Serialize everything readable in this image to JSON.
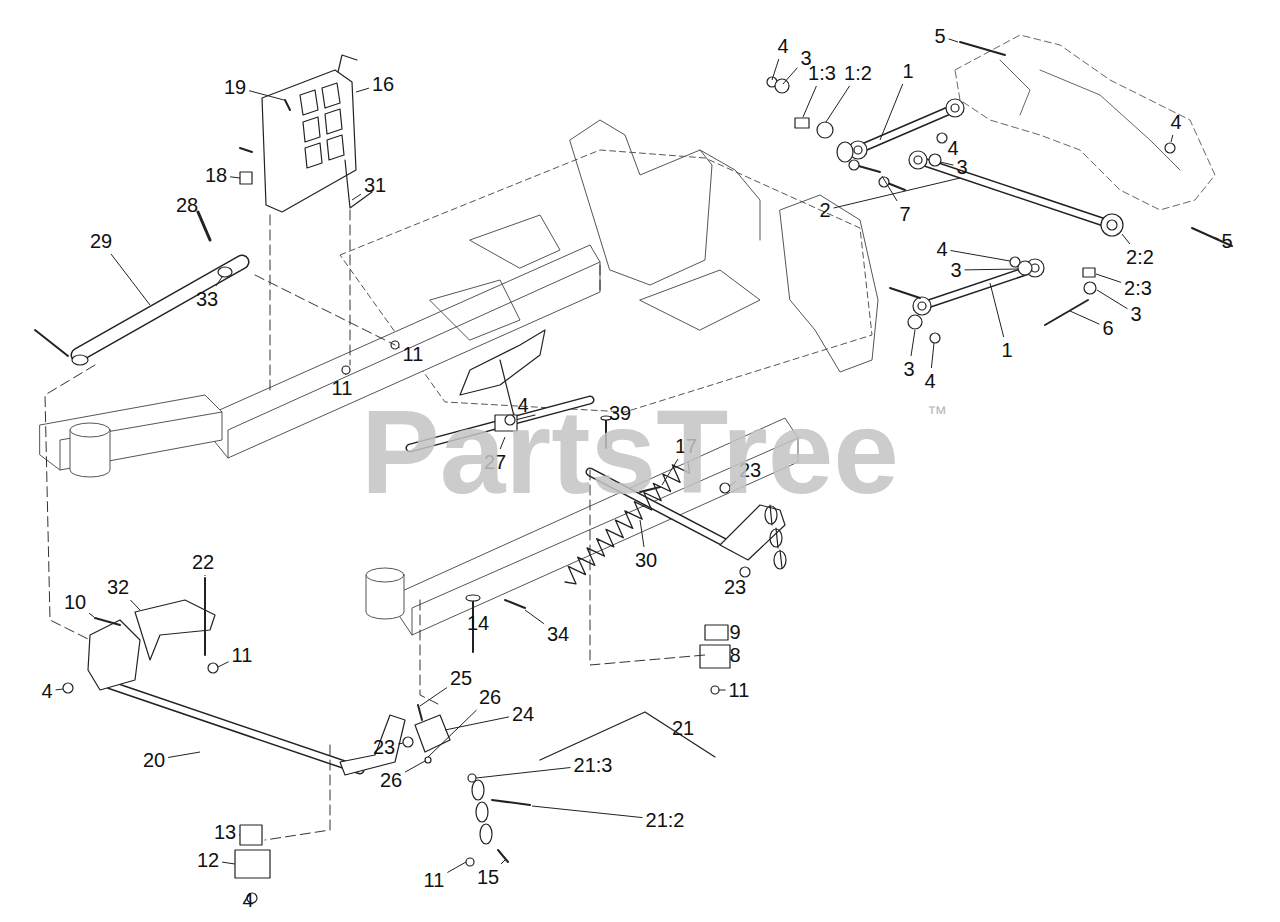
{
  "diagram": {
    "labels": [
      "4",
      "3",
      "1:3",
      "1:2",
      "1",
      "5",
      "4",
      "4",
      "3",
      "7",
      "2",
      "4",
      "3",
      "2:2",
      "2:3",
      "3",
      "5",
      "6",
      "1",
      "3",
      "4",
      "19",
      "16",
      "18",
      "31",
      "28",
      "29",
      "33",
      "11",
      "11",
      "4",
      "39",
      "27",
      "17",
      "23",
      "30",
      "23",
      "22",
      "10",
      "32",
      "14",
      "34",
      "11",
      "9",
      "8",
      "11",
      "4",
      "25",
      "26",
      "24",
      "21",
      "21:3",
      "23",
      "20",
      "26",
      "21:2",
      "13",
      "12",
      "11",
      "15",
      "4",
      "PartsTree",
      "™"
    ]
  }
}
